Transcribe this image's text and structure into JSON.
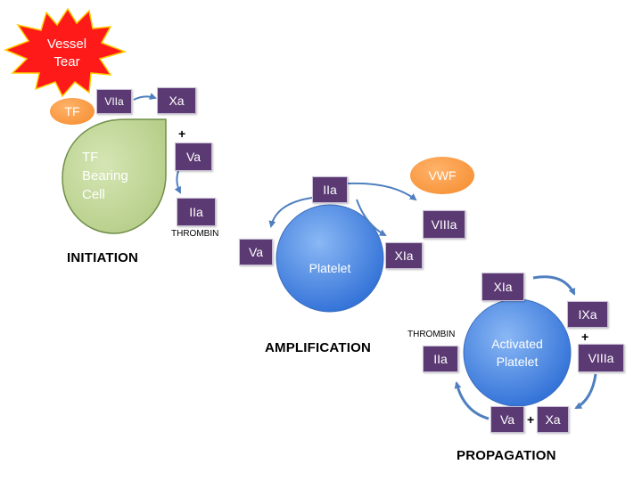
{
  "initiation": {
    "burst_line1": "Vessel",
    "burst_line2": "Tear",
    "tf_label": "TF",
    "viia": "VIIa",
    "xa": "Xa",
    "plus": "+",
    "va": "Va",
    "iia": "IIa",
    "cell_line1": "TF",
    "cell_line2": "Bearing",
    "cell_line3": "Cell",
    "thrombin": "THROMBIN",
    "stage_label": "INITIATION"
  },
  "amplification": {
    "iia": "IIa",
    "vwf": "VWF",
    "viiia": "VIIIa",
    "va": "Va",
    "xia": "XIa",
    "platelet": "Platelet",
    "stage_label": "AMPLIFICATION"
  },
  "propagation": {
    "xia": "XIa",
    "ixa": "IXa",
    "plus1": "+",
    "viiia": "VIIIa",
    "va": "Va",
    "plus2": "+",
    "xa": "Xa",
    "iia": "IIa",
    "thrombin": "THROMBIN",
    "platelet_line1": "Activated",
    "platelet_line2": "Platelet",
    "stage_label": "PROPAGATION"
  },
  "colors": {
    "box_fill": "#5b3a73",
    "arrow": "#4f7fbf",
    "orange": "#f58a2a",
    "burst": "#ff1a1a",
    "cell": "#c3d89c",
    "platelet": "#4a86e0"
  }
}
